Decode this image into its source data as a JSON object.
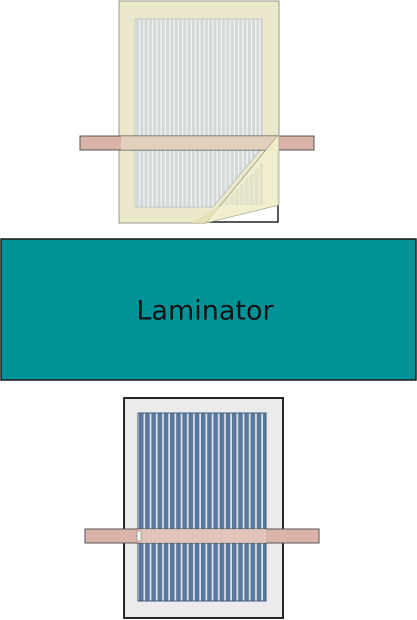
{
  "laminator": {
    "label": "Laminator",
    "color": "#009499"
  },
  "colors": {
    "ribbon": "#d9b3a8",
    "encapsulant": "#ebe8cc",
    "cell_gray": "#d3d8d8",
    "cell_blue": "#5a789e",
    "cell_blue_exposed": "#2a55b9",
    "frame_after": "#ebebeb"
  },
  "icons": {
    "top": "unlaminated-solar-cell-stack",
    "bottom": "laminated-solar-module"
  }
}
